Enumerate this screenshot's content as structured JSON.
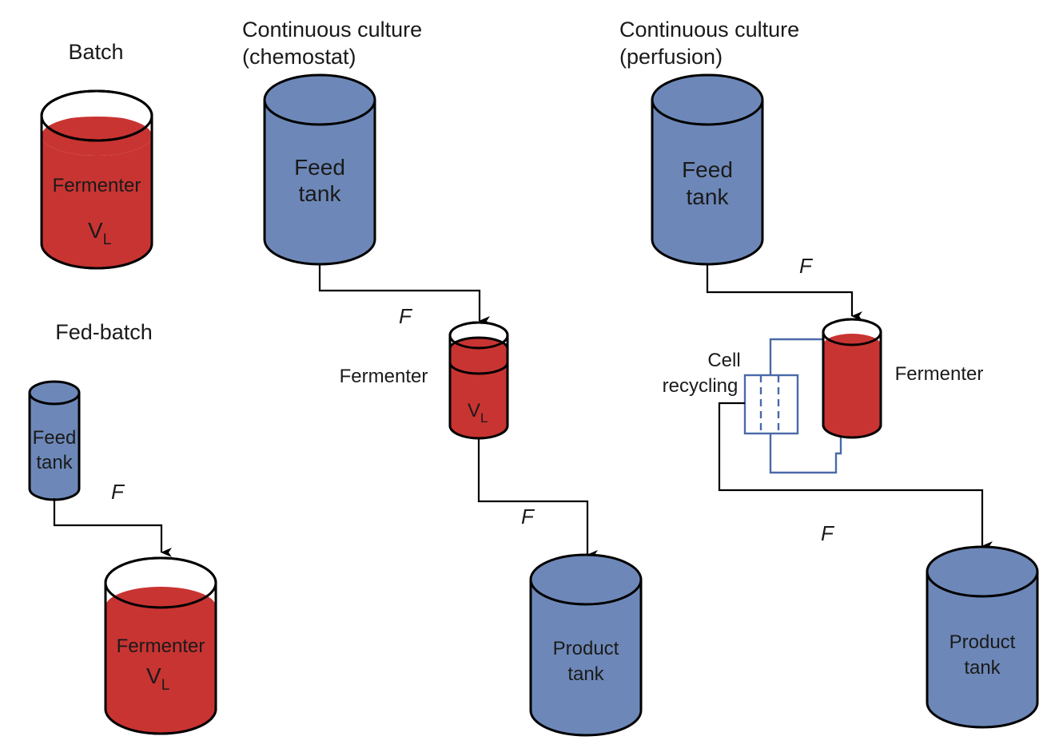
{
  "colors": {
    "blue_tank": "#6d88b8",
    "red_liquid": "#c83432",
    "recycle_line": "#4a6aa8",
    "line": "#000000"
  },
  "batch": {
    "title": "Batch",
    "fermenter_label": "Fermenter",
    "volume_label": "V",
    "volume_subscript": "L"
  },
  "fed_batch": {
    "title": "Fed-batch",
    "feed_label_1": "Feed",
    "feed_label_2": "tank",
    "flow_label": "F",
    "fermenter_label": "Fermenter",
    "volume_label": "V",
    "volume_subscript": "L"
  },
  "chemostat": {
    "title_1": "Continuous culture",
    "title_2": "(chemostat)",
    "feed_label_1": "Feed",
    "feed_label_2": "tank",
    "flow_in_label": "F",
    "fermenter_label": "Fermenter",
    "volume_label": "V",
    "volume_subscript": "L",
    "flow_out_label": "F",
    "product_label_1": "Product",
    "product_label_2": "tank"
  },
  "perfusion": {
    "title_1": "Continuous culture",
    "title_2": "(perfusion)",
    "feed_label_1": "Feed",
    "feed_label_2": "tank",
    "flow_in_label": "F",
    "recycle_label_1": "Cell",
    "recycle_label_2": "recycling",
    "fermenter_label": "Fermenter",
    "flow_out_label": "F",
    "product_label_1": "Product",
    "product_label_2": "tank"
  }
}
